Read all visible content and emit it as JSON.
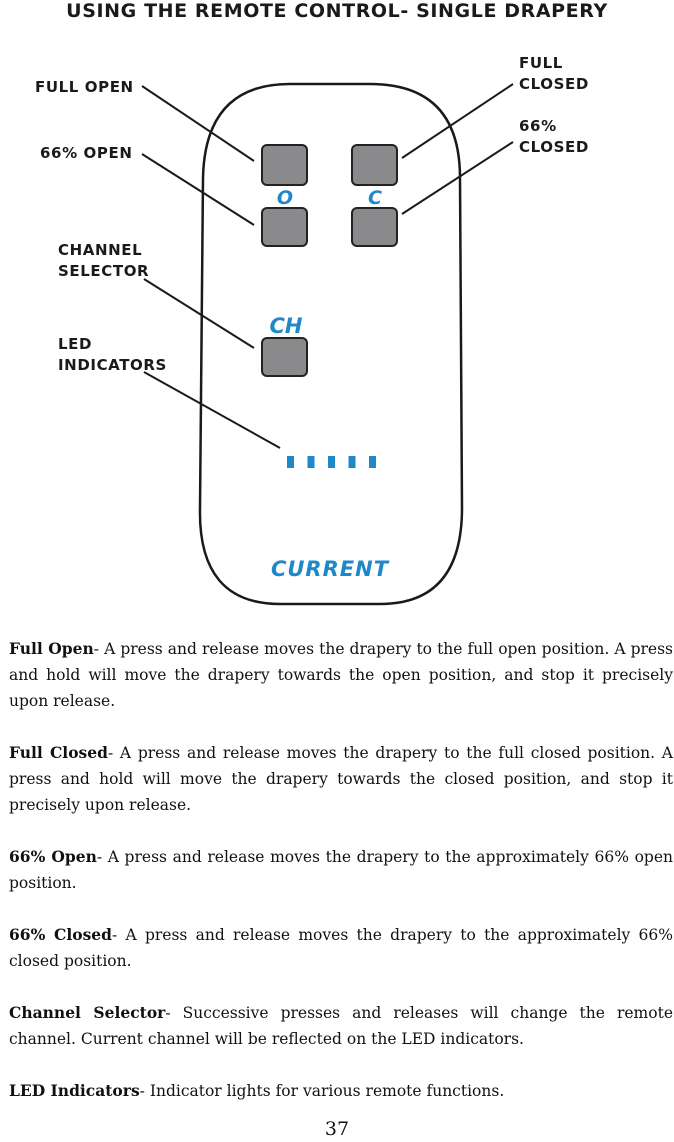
{
  "title": "USING THE REMOTE CONTROL- SINGLE DRAPERY",
  "callouts": {
    "full_open": "FULL OPEN",
    "open_66": "66% OPEN",
    "full_closed": [
      "FULL",
      "CLOSED"
    ],
    "closed_66": [
      "66%",
      "CLOSED"
    ],
    "channel_selector": [
      "CHANNEL",
      "SELECTOR"
    ],
    "led_indicators": [
      "LED",
      "INDICATORS"
    ]
  },
  "remote": {
    "open_letter": "O",
    "close_letter": "C",
    "ch_label": "CH",
    "brand": "CURRENT",
    "led_count": 5,
    "accent_color": "#1e88c8",
    "button_color": "#8a8a8d"
  },
  "descriptions": [
    {
      "term": "Full Open",
      "text": "-  A press and release moves the drapery to the full open position. A press and hold will move the drapery towards the open position, and stop it precisely upon release."
    },
    {
      "term": "Full Closed",
      "text": "- A press and release moves the drapery to the full closed position. A press and hold will move the drapery towards the closed position, and stop it precisely upon release."
    },
    {
      "term": "66% Open",
      "text": "-  A press and release moves the drapery to the approximately 66% open position."
    },
    {
      "term": "66% Closed",
      "text": "- A press and release moves the drapery to the approximately 66% closed position."
    },
    {
      "term": "Channel Selector",
      "text": "- Successive presses and releases will change the remote channel. Current channel will be reflected on the LED indicators."
    },
    {
      "term": "LED Indicators",
      "text": "- Indicator lights for various remote functions."
    }
  ],
  "page_number": "37"
}
